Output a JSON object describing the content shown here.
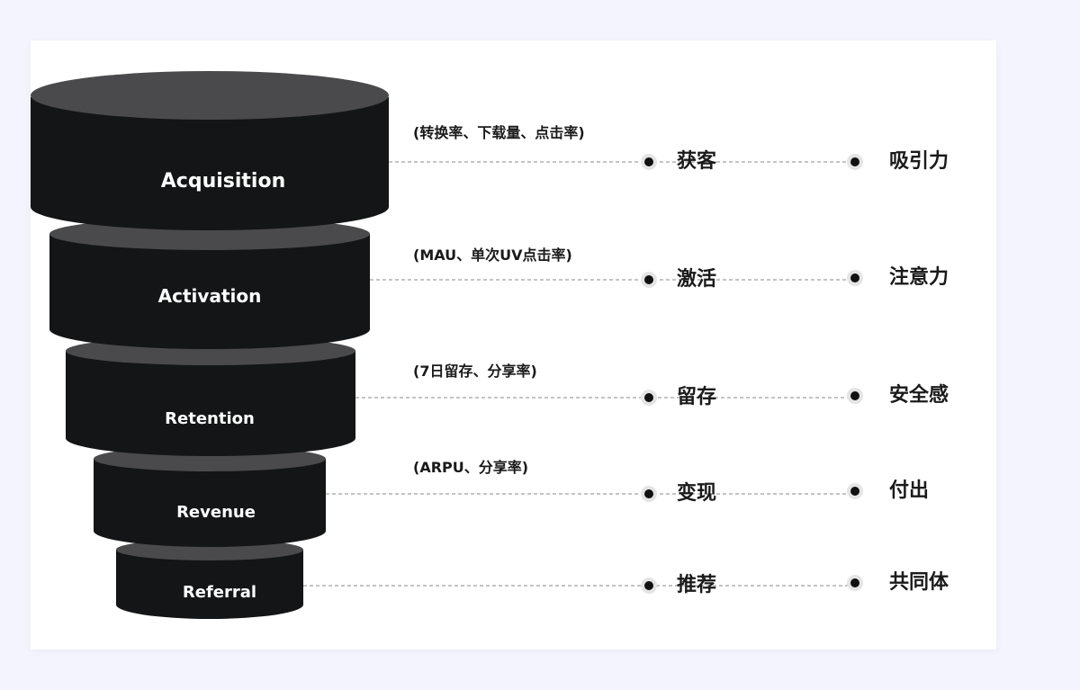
{
  "stages": [
    {
      "label": "Acquisition",
      "metrics": "(转换率、下载量、点击率)",
      "stage_cn": "获客",
      "psych": "吸引力"
    },
    {
      "label": "Activation",
      "metrics": "(MAU、单次UV点击率)",
      "stage_cn": "激活",
      "psych": "注意力"
    },
    {
      "label": "Retention",
      "metrics": "(7日留存、分享率)",
      "stage_cn": "留存",
      "psych": "安全感"
    },
    {
      "label": "Revenue",
      "metrics": "(ARPU、分享率)",
      "stage_cn": "变现",
      "psych": "付出"
    },
    {
      "label": "Referral",
      "metrics": "",
      "stage_cn": "推荐",
      "psych": "共同体"
    }
  ],
  "colors": {
    "body": "#141516",
    "top": "#4a4a4c",
    "text": "#ffffff",
    "ink": "#1a1a1a",
    "dash": "#8a8a8a"
  }
}
